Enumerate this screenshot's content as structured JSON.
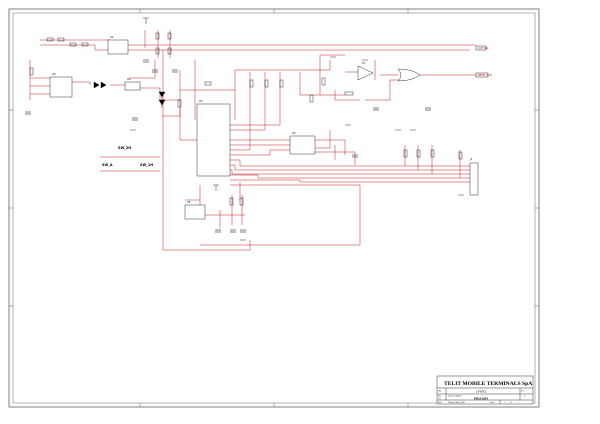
{
  "title_block": {
    "company": "TELIT MOBILE TERMINALS SpA",
    "project": "LP93TC",
    "doc_no": "PRO3284",
    "rev": "1",
    "size_label": "A3",
    "title_caption": "Title",
    "size_caption": "Size",
    "document_caption": "Document Number",
    "rev_caption": "Rev",
    "date_caption": "Date:",
    "date_value": "Thursday, May 4, 2006",
    "sheet_caption": "Sheet",
    "sheet_value": "1",
    "of_caption": "of",
    "of_value": "1"
  },
  "net_labels": {
    "switch_a": "SW_2H",
    "switch_b": "SW_1H",
    "switch_c": "SW_A",
    "out_top": "OUT_SIG",
    "out_mid": "RESET_OUT"
  },
  "components": {
    "u1": "U1",
    "u2": "U2",
    "u3": "U3",
    "u4": "U4",
    "u5": "U5",
    "u6": "U6",
    "u7": "U7",
    "j1": "J1"
  }
}
